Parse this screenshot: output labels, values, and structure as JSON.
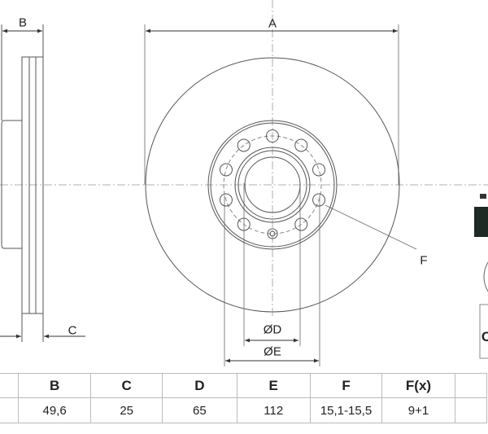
{
  "diagram": {
    "labels": {
      "A": "A",
      "B": "B",
      "C": "C",
      "D": "ØD",
      "E": "ØE",
      "F": "F",
      "right_partial": "C"
    }
  },
  "table": {
    "headers": [
      "",
      "B",
      "C",
      "D",
      "E",
      "F",
      "F(x)",
      ""
    ],
    "values": [
      "",
      "49,6",
      "25",
      "65",
      "112",
      "15,1-15,5",
      "9+1",
      ""
    ]
  },
  "colors": {
    "line": "#555555",
    "text": "#222222",
    "grid": "#bbbbbb",
    "dark_block": "#1f2a24"
  }
}
